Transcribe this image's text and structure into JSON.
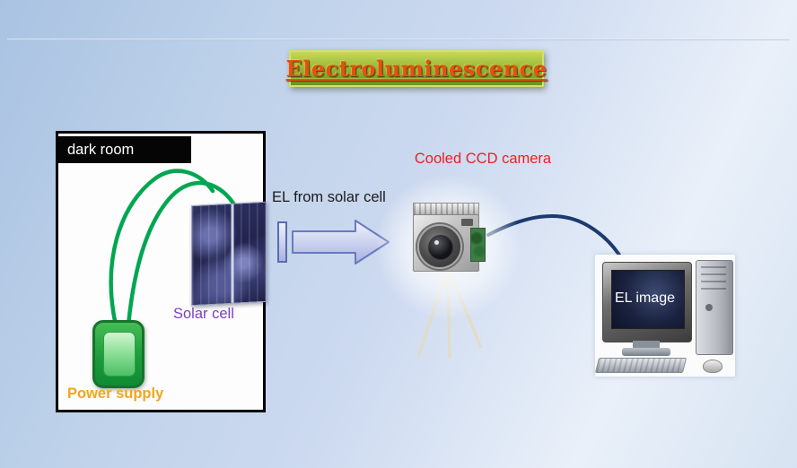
{
  "slide": {
    "title": "Electroluminescence",
    "dark_room": {
      "label": "dark room",
      "solar_cell_label": "Solar cell",
      "power_supply_label": "Power supply"
    },
    "flow": {
      "el_text": "EL from solar cell",
      "camera_label": "Cooled CCD camera"
    },
    "computer": {
      "screen_text": "EL image"
    },
    "icons": {
      "power-supply-icon": "green battery shape",
      "solar-cell-image": "blue solar panel photo",
      "ccd-camera-image": "gray camera with lens on tripod",
      "computer-image": "desktop computer with CRT monitor, tower, keyboard, mouse",
      "arrow-right-icon": "light blue block arrow"
    },
    "colors": {
      "background_blue": "#c2d4ec",
      "title_text": "#e8500f",
      "title_green_top": "#c9d65a",
      "title_green_bottom": "#6c9425",
      "dark_room_border": "#000000",
      "header_bg": "#050505",
      "header_text": "#ffffff",
      "wire_green": "#00a651",
      "solar_label_purple": "#7d3fbf",
      "power_label_orange": "#f2a51e",
      "el_text_black": "#1a1a1a",
      "camera_label_red": "#e82222",
      "arrow_fill": "#c3cbea",
      "arrow_border": "#6a78c0",
      "cable_navy": "#1c3a6e",
      "screen_text_white": "#ffffff"
    }
  }
}
